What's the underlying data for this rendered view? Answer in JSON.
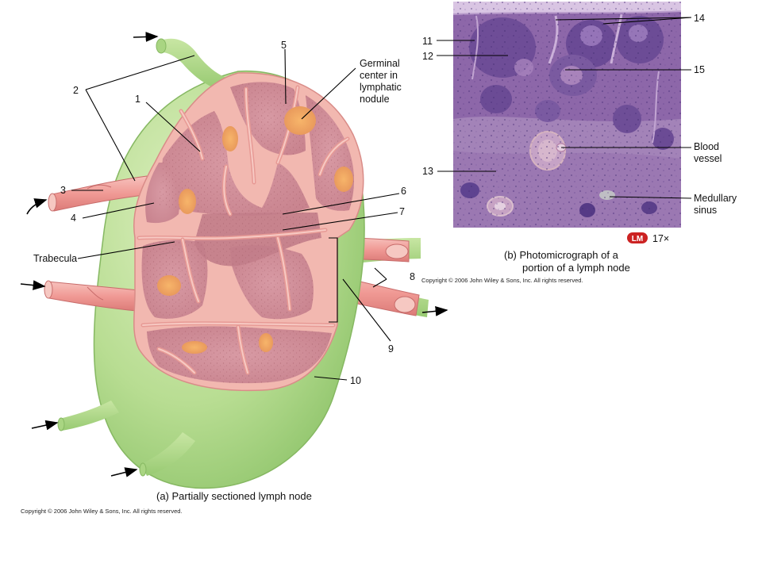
{
  "panel_a": {
    "caption": "(a)  Partially sectioned lymph node",
    "copyright": "Copyright © 2006 John Wiley & Sons, Inc.  All rights reserved.",
    "labels": {
      "n1": "1",
      "n2": "2",
      "n3": "3",
      "n4": "4",
      "n5": "5",
      "n6": "6",
      "n7": "7",
      "n8": "8",
      "n9": "9",
      "n10": "10",
      "germinal_1": "Germinal",
      "germinal_2": "center in",
      "germinal_3": "lymphatic",
      "germinal_4": "nodule",
      "trabecula": "Trabecula"
    }
  },
  "panel_b": {
    "caption_1": "(b)  Photomicrograph of a",
    "caption_2": "portion of a lymph node",
    "copyright": "Copyright © 2006 John Wiley & Sons, Inc.  All rights reserved.",
    "badge": "LM",
    "magnification": "17×",
    "labels": {
      "n11": "11",
      "n12": "12",
      "n13": "13",
      "n14": "14",
      "n15": "15",
      "blood_1": "Blood",
      "blood_2": "vessel",
      "medullary_1": "Medullary",
      "medullary_2": "sinus"
    }
  },
  "colors": {
    "capsule_green": "#b8dd92",
    "cortex_pink": "#d99ba3",
    "germinal_orange": "#f0a460",
    "micrograph_purple": "#8a64a6",
    "badge_red": "#cc2222"
  }
}
